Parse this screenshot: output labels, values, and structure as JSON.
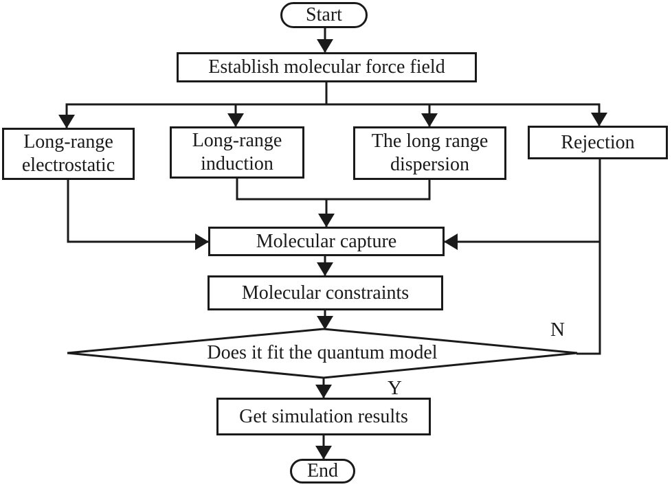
{
  "diagram": {
    "colors": {
      "stroke": "#1a1a1a",
      "background": "#ffffff",
      "text": "#1a1a1a"
    },
    "nodes": {
      "start": {
        "label": "Start",
        "shape": "terminator"
      },
      "establish": {
        "label": "Establish molecular force field",
        "shape": "process"
      },
      "electrostatic": {
        "label": "Long-range electrostatic",
        "shape": "process"
      },
      "induction": {
        "label": "Long-range induction",
        "shape": "process"
      },
      "dispersion": {
        "label": "The long range dispersion",
        "shape": "process"
      },
      "rejection": {
        "label": "Rejection",
        "shape": "process"
      },
      "capture": {
        "label": "Molecular capture",
        "shape": "process"
      },
      "constraints": {
        "label": "Molecular constraints",
        "shape": "process"
      },
      "decision": {
        "label": "Does it fit the quantum model",
        "shape": "decision"
      },
      "results": {
        "label": "Get simulation results",
        "shape": "process"
      },
      "end": {
        "label": "End",
        "shape": "terminator"
      }
    },
    "branch_labels": {
      "no": "N",
      "yes": "Y"
    }
  }
}
